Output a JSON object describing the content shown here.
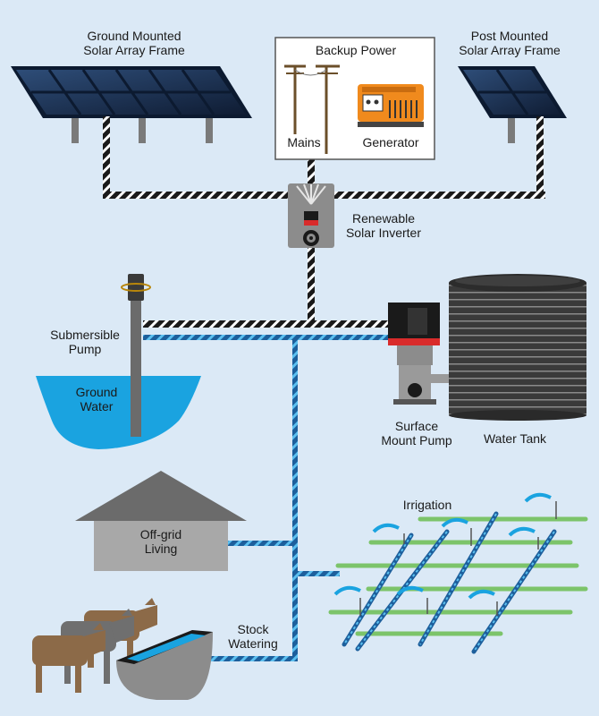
{
  "labels": {
    "ground_array": [
      "Ground Mounted",
      "Solar Array Frame"
    ],
    "post_array": [
      "Post Mounted",
      "Solar Array Frame"
    ],
    "backup_power": "Backup Power",
    "mains": "Mains",
    "generator": "Generator",
    "inverter": [
      "Renewable",
      "Solar Inverter"
    ],
    "submersible_pump": [
      "Submersible",
      "Pump"
    ],
    "ground_water": [
      "Ground",
      "Water"
    ],
    "surface_pump": [
      "Surface",
      "Mount Pump"
    ],
    "water_tank": "Water Tank",
    "irrigation": "Irrigation",
    "off_grid": [
      "Off-grid",
      "Living"
    ],
    "stock_watering": [
      "Stock",
      "Watering"
    ]
  },
  "colors": {
    "background": "#dbe9f6",
    "solar_panel": "#1c2d4a",
    "power_cable": "#1a1a1a",
    "water_pipe": "#2a8fd0",
    "ground_water": "#1aa3e0",
    "grass_line": "#7cc46a",
    "generator": "#f08a1d",
    "inverter_body": "#8c8c8c",
    "house": "#a8a8a8",
    "tank": "#3a3a3a"
  }
}
